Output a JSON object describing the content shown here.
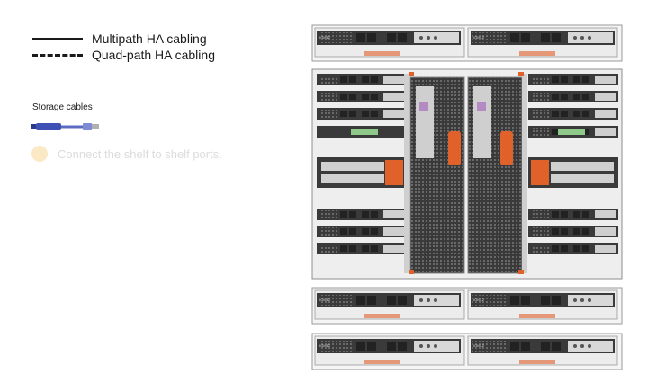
{
  "legend": {
    "multipath_label": "Multipath HA cabling",
    "quadpath_label": "Quad-path HA cabling"
  },
  "cables": {
    "label": "Storage cables"
  },
  "step": {
    "text": "Connect the shelf to shelf ports."
  },
  "shelf": {
    "module_label": "IOM12"
  },
  "colors": {
    "shelf_body": "#3a3a3a",
    "port": "#4a4a4a",
    "accent_orange": "#e0612a",
    "cable_blue": "#3f51b5",
    "dot_pale": "#fbe9c6"
  }
}
